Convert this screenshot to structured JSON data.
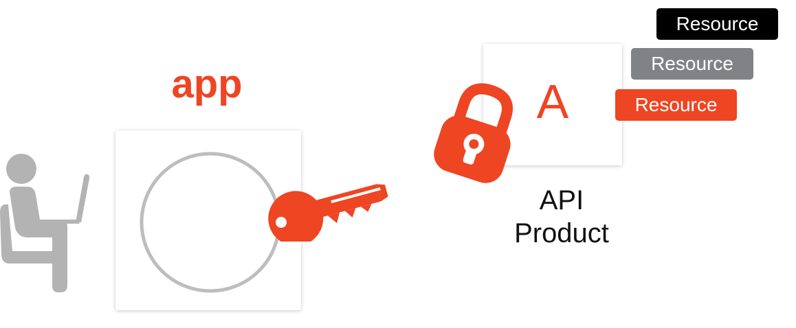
{
  "app": {
    "label": "app"
  },
  "api_product": {
    "letter": "A",
    "label_line1": "API",
    "label_line2": "Product"
  },
  "resources": [
    {
      "label": "Resource",
      "color": "#000000"
    },
    {
      "label": "Resource",
      "color": "#808285"
    },
    {
      "label": "Resource",
      "color": "#EE4523"
    }
  ],
  "colors": {
    "accent": "#EE4523",
    "gray_icon": "#B3B3B3",
    "ring": "#BDBDBD"
  },
  "icons": [
    "person-at-laptop-icon",
    "key-icon",
    "padlock-icon"
  ]
}
